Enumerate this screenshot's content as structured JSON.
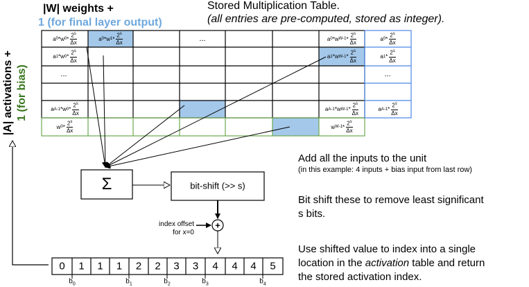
{
  "headers": {
    "w_line1": "|W| weights +",
    "w_line2": "1 (for final layer output)",
    "a_line1": "|A| activations +",
    "a_line2": "1  (for bias)",
    "table_title": "Stored Multiplication Table.",
    "table_note": "(all entries are pre-computed, stored as integer)."
  },
  "table": {
    "r0": {
      "c0": "a",
      "c0_sub": "0",
      "c0_mid": "*w",
      "c0_sub2": "0",
      "c1": "a",
      "c1_sub": "0",
      "c1_mid": "*w",
      "c1_sub2": "1",
      "dots": "...",
      "c7": "a",
      "c7_sub": "0",
      "c7_mid": "*w",
      "c7_sub2": "W-1",
      "bias": "a",
      "bias_sub": "0"
    },
    "r1": {
      "c0": "a",
      "c0_sub": "1",
      "c0_mid": "*w",
      "c0_sub2": "0",
      "c7": "a",
      "c7_sub": "1",
      "c7_mid": "*w",
      "c7_sub2": "W-1",
      "bias": "a",
      "bias_sub": "1"
    },
    "r2": {
      "dots": "...",
      "dots_right": "..."
    },
    "r4": {
      "c0": "a",
      "c0_sub": "A-1",
      "c0_mid": "*w",
      "c0_sub2": "0",
      "c7": "a",
      "c7_sub": "A-1",
      "c7_mid": "*w",
      "c7_sub2": "W-1",
      "bias": "a",
      "bias_sub": "A-1"
    },
    "r5": {
      "c0": "w",
      "c0_sub": "0",
      "c7": "w",
      "c7_sub": "W-1"
    },
    "frac_num": "2",
    "frac_sup": "s",
    "frac_den": "Δx",
    "times": "*"
  },
  "sum_symbol": "Σ",
  "bitshift_label": "bit-shift (>> s)",
  "plus_symbol": "+",
  "index_offset_l1": "index offset",
  "index_offset_l2": "for x=0",
  "activation_values": [
    "0",
    "1",
    "1",
    "1",
    "2",
    "2",
    "3",
    "3",
    "4",
    "4",
    "4",
    "5"
  ],
  "b_labels": [
    {
      "b": "b",
      "sub": "0"
    },
    {
      "b": "b",
      "sub": "1"
    },
    {
      "b": "b",
      "sub": "2"
    },
    {
      "b": "b",
      "sub": "3"
    },
    {
      "b": "b",
      "sub": "4"
    }
  ],
  "notes": {
    "add_title": "Add all the inputs to the unit",
    "add_sub": "(in this example: 4 inputs + bias input from last row)",
    "shift_l1": "Bit shift these to remove least significant",
    "shift_l2": "s bits.",
    "use_l1": "Use shifted value to index into a single",
    "use_l2a": "location in the ",
    "use_l2b": "activation",
    "use_l2c": " table and return",
    "use_l3": "the stored activation index."
  },
  "colors": {
    "highlight": "#a4c8ea",
    "blue_text": "#6fa8dc",
    "green_text": "#38761d",
    "green_border": "#6aa84f",
    "blue_border": "#4a86e8"
  }
}
